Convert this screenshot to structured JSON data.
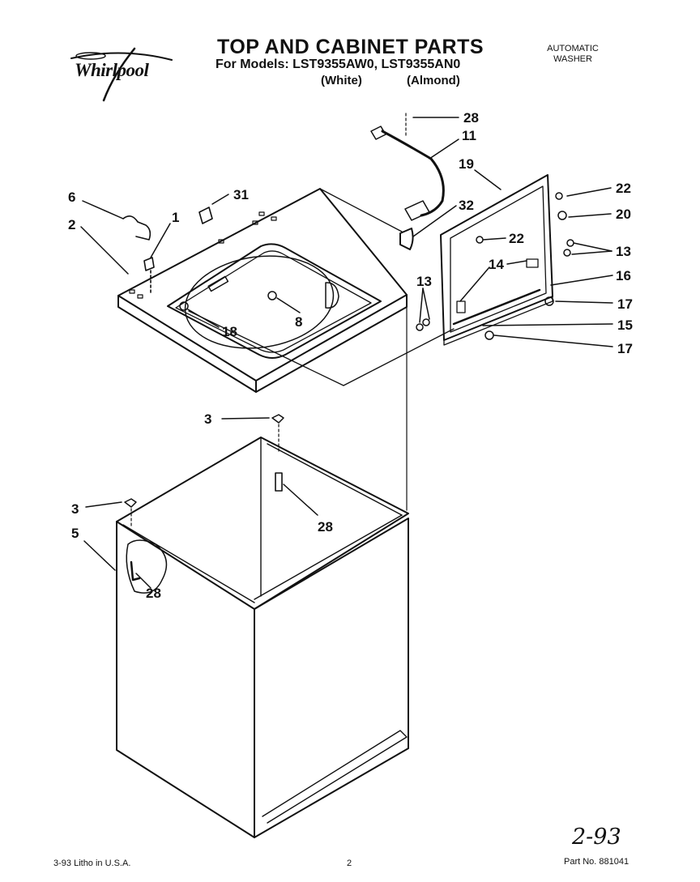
{
  "header": {
    "brand": "Whirlpool",
    "title": "TOP AND CABINET PARTS",
    "models": "For Models: LST9355AW0, LST9355AN0",
    "variant_white": "(White)",
    "variant_almond": "(Almond)",
    "product_line1": "AUTOMATIC",
    "product_line2": "WASHER"
  },
  "callouts": {
    "c28a": "28",
    "c11": "11",
    "c19": "19",
    "c22a": "22",
    "c20": "20",
    "c6": "6",
    "c31": "31",
    "c32": "32",
    "c1": "1",
    "c2": "2",
    "c22b": "22",
    "c13a": "13",
    "c14": "14",
    "c13b": "13",
    "c16": "16",
    "c17a": "17",
    "c18": "18",
    "c8": "8",
    "c15": "15",
    "c17b": "17",
    "c3a": "3",
    "c28b": "28",
    "c3b": "3",
    "c5": "5",
    "c28c": "28"
  },
  "footer": {
    "litho": "3-93 Litho in U.S.A.",
    "page": "2",
    "handwritten_date": "2-93",
    "part_no": "Part No. 881041"
  }
}
